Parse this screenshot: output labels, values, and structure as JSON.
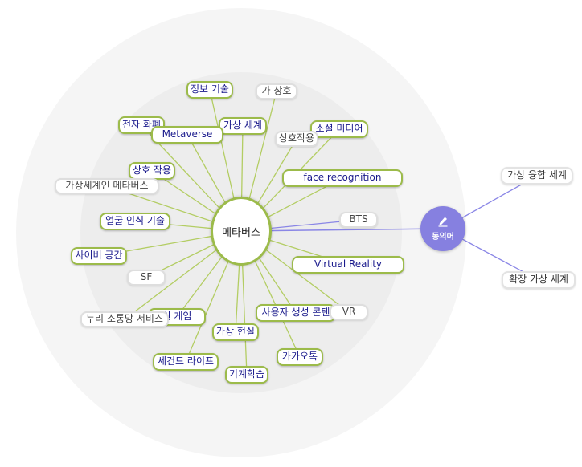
{
  "center": {
    "label": "메타버스"
  },
  "synonym_hub": {
    "label": "동의어",
    "icon": "pen-icon",
    "color": "#8680e0"
  },
  "colors": {
    "green_border": "#9cbb4a",
    "green_text": "#1a1a8c",
    "link_green": "#b3cd63",
    "link_blue": "#8a86e6",
    "ring_outer": "#f5f5f5",
    "ring_inner": "#ededed"
  },
  "nodes": [
    {
      "id": "n1",
      "label": "정보 기술",
      "style": "green"
    },
    {
      "id": "n2",
      "label": "가 상호",
      "style": "gray"
    },
    {
      "id": "n3",
      "label": "전자 화폐",
      "style": "green"
    },
    {
      "id": "n4",
      "label": "가상 세계",
      "style": "green"
    },
    {
      "id": "n5",
      "label": "소셜 미디어",
      "style": "green"
    },
    {
      "id": "n6",
      "label": "상호작용",
      "style": "gray"
    },
    {
      "id": "n7",
      "label": "Metaverse",
      "style": "green"
    },
    {
      "id": "n8",
      "label": "face recognition",
      "style": "green"
    },
    {
      "id": "n9",
      "label": "상호 작용",
      "style": "green"
    },
    {
      "id": "n10",
      "label": "가상세계인 메타버스",
      "style": "gray"
    },
    {
      "id": "n11",
      "label": "얼굴 인식 기술",
      "style": "green"
    },
    {
      "id": "n12",
      "label": "BTS",
      "style": "gray"
    },
    {
      "id": "n13",
      "label": "사이버 공간",
      "style": "green"
    },
    {
      "id": "n14",
      "label": "Virtual Reality",
      "style": "green"
    },
    {
      "id": "n15",
      "label": "SF",
      "style": "gray"
    },
    {
      "id": "n16",
      "label": "인 게임",
      "style": "green"
    },
    {
      "id": "n17",
      "label": "누리 소통망 서비스",
      "style": "gray"
    },
    {
      "id": "n18",
      "label": "사용자 생성 콘텐",
      "style": "green"
    },
    {
      "id": "n19",
      "label": "VR",
      "style": "gray"
    },
    {
      "id": "n20",
      "label": "가상 현실",
      "style": "green"
    },
    {
      "id": "n21",
      "label": "세컨드 라이프",
      "style": "green"
    },
    {
      "id": "n22",
      "label": "카카오톡",
      "style": "green"
    },
    {
      "id": "n23",
      "label": "기계학습",
      "style": "green"
    }
  ],
  "synonyms": [
    {
      "id": "s1",
      "label": "가상 융합 세계"
    },
    {
      "id": "s2",
      "label": "확장 가상 세계"
    }
  ]
}
